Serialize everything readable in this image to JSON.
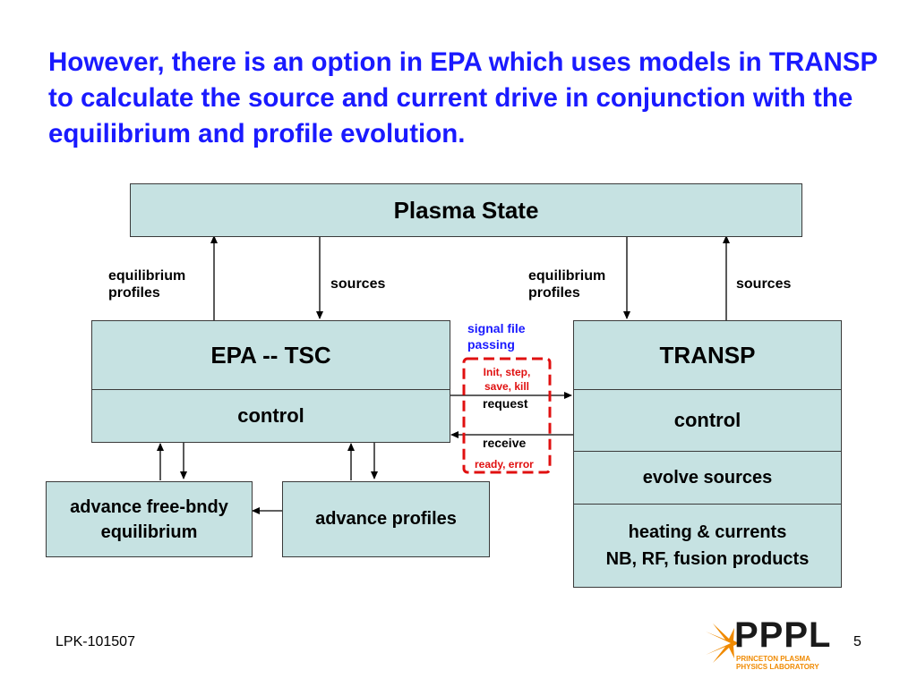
{
  "title": "However, there is an option in EPA which uses models in TRANSP to calculate the source and current drive in conjunction with the equilibrium and profile evolution.",
  "diagram": {
    "plasma_state": "Plasma State",
    "left_up_label": [
      "equilibrium",
      "profiles"
    ],
    "left_down_label": "sources",
    "right_up_label": [
      "equilibrium",
      "profiles"
    ],
    "right_down_label": "sources",
    "epa_title": "EPA -- TSC",
    "epa_control": "control",
    "transp_title": "TRANSP",
    "transp_control": "control",
    "evolve_sources": "evolve sources",
    "heating": [
      "heating & currents",
      "NB, RF, fusion products"
    ],
    "advance_eq": [
      "advance free-bndy",
      "equilibrium"
    ],
    "advance_profiles": "advance profiles",
    "signal_label": [
      "signal file",
      "passing"
    ],
    "request_msgs": [
      "Init, step,",
      "save, kill"
    ],
    "request": "request",
    "receive": "receive",
    "receive_msgs": "ready, error"
  },
  "footer": {
    "left": "LPK-101507",
    "page": "5"
  },
  "logo": {
    "text": "PPPL",
    "sub": [
      "PRINCETON PLASMA",
      "PHYSICS LABORATORY"
    ]
  },
  "colors": {
    "title": "#1a1aff",
    "box_fill": "#c6e2e2",
    "signal_box": "#e01010",
    "logo_orange": "#f08a00"
  }
}
